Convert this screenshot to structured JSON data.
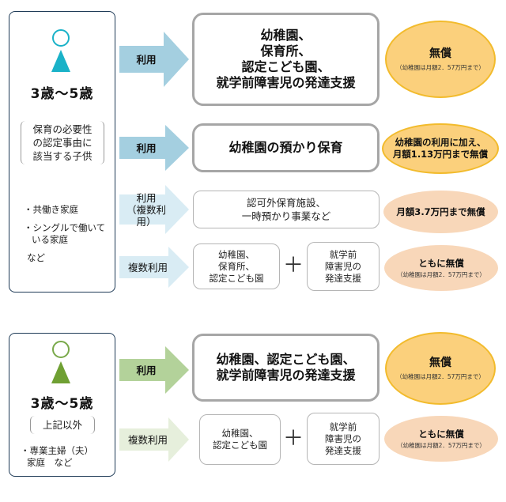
{
  "colors": {
    "panel_border": "#1f3b57",
    "arrow_blue": "#a4cfe0",
    "arrow_light_blue": "#d9ecf4",
    "arrow_green": "#b3d29a",
    "arrow_light_green": "#e6efdc",
    "oval_yellow": "#fbd07c",
    "oval_peach": "#f8d7b9",
    "box_border": "#a6a6a6"
  },
  "section1": {
    "icon": "person-icon-teal",
    "age": "3歳～5歳",
    "condition": [
      "保育の必要性",
      "の認定事由に",
      "該当する子供"
    ],
    "examples": [
      "・共働き家庭",
      "・シングルで働いて",
      "いる家庭",
      "など"
    ],
    "rows": [
      {
        "arrow_label": [
          "利用"
        ],
        "services": [
          "幼稚園、",
          "保育所、",
          "認定こども園、",
          "就学前障害児の発達支援"
        ],
        "cost_main": "無償",
        "cost_sub": "（幼稚園は月額2．57万円まで）"
      },
      {
        "arrow_label": [
          "利用"
        ],
        "services": [
          "幼稚園の預かり保育"
        ],
        "cost_lines": [
          "幼稚園の利用に加え、",
          "月額1.13万円まで無償"
        ]
      },
      {
        "arrow_label": [
          "利用",
          "（複数利用）"
        ],
        "services": [
          "認可外保育施設、",
          "一時預かり事業など"
        ],
        "cost_main": "月額3.7万円まで無償"
      },
      {
        "arrow_label": [
          "複数利用"
        ],
        "services_a": [
          "幼稚園、",
          "保育所、",
          "認定こども園"
        ],
        "plus": "＋",
        "services_b": [
          "就学前",
          "障害児の",
          "発達支援"
        ],
        "cost_main": "ともに無償",
        "cost_sub": "（幼稚園は月額2．57万円まで）"
      }
    ]
  },
  "section2": {
    "icon": "person-icon-green",
    "age": "3歳～5歳",
    "condition": [
      "上記以外"
    ],
    "examples": [
      "・専業主婦（夫）",
      "家庭　など"
    ],
    "rows": [
      {
        "arrow_label": [
          "利用"
        ],
        "services": [
          "幼稚園、認定こども園、",
          "就学前障害児の発達支援"
        ],
        "cost_main": "無償",
        "cost_sub": "（幼稚園は月額2．57万円まで）"
      },
      {
        "arrow_label": [
          "複数利用"
        ],
        "services_a": [
          "幼稚園、",
          "認定こども園"
        ],
        "plus": "＋",
        "services_b": [
          "就学前",
          "障害児の",
          "発達支援"
        ],
        "cost_main": "ともに無償",
        "cost_sub": "（幼稚園は月額2．57万円まで）"
      }
    ]
  }
}
